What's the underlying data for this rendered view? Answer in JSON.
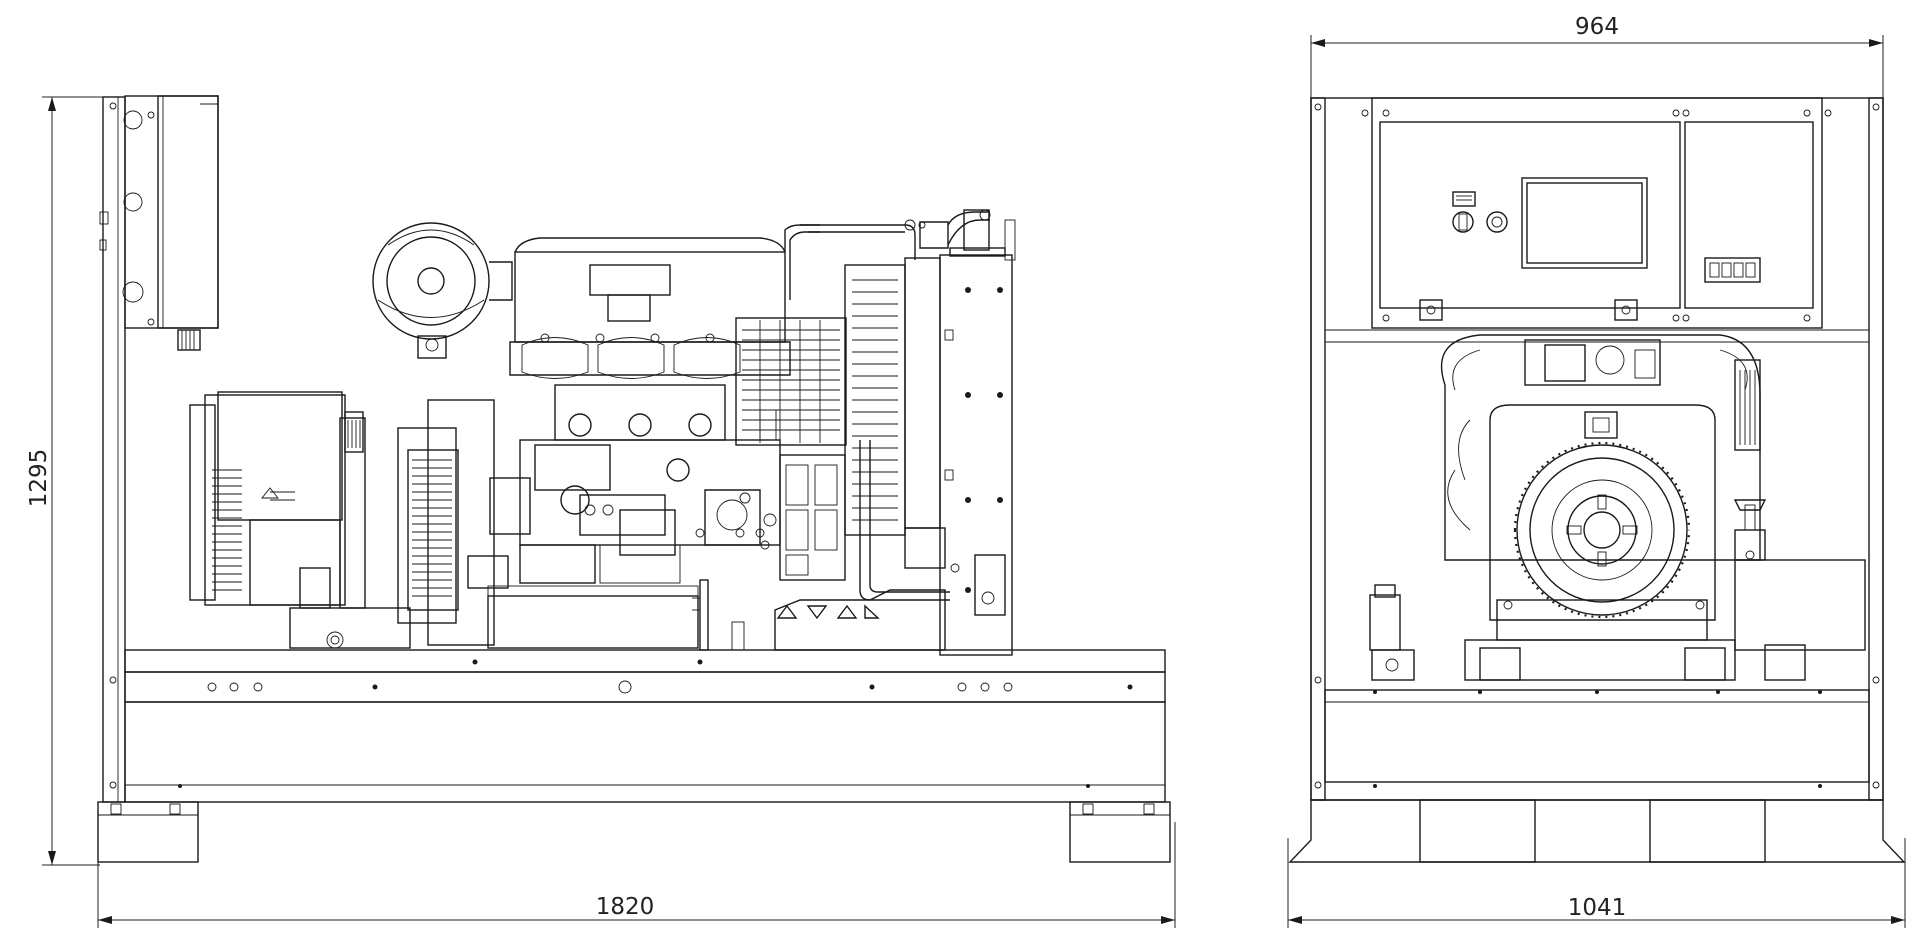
{
  "dimensions": {
    "side_length": "1820",
    "side_height": "1295",
    "front_top_width": "964",
    "front_base_width": "1041"
  }
}
